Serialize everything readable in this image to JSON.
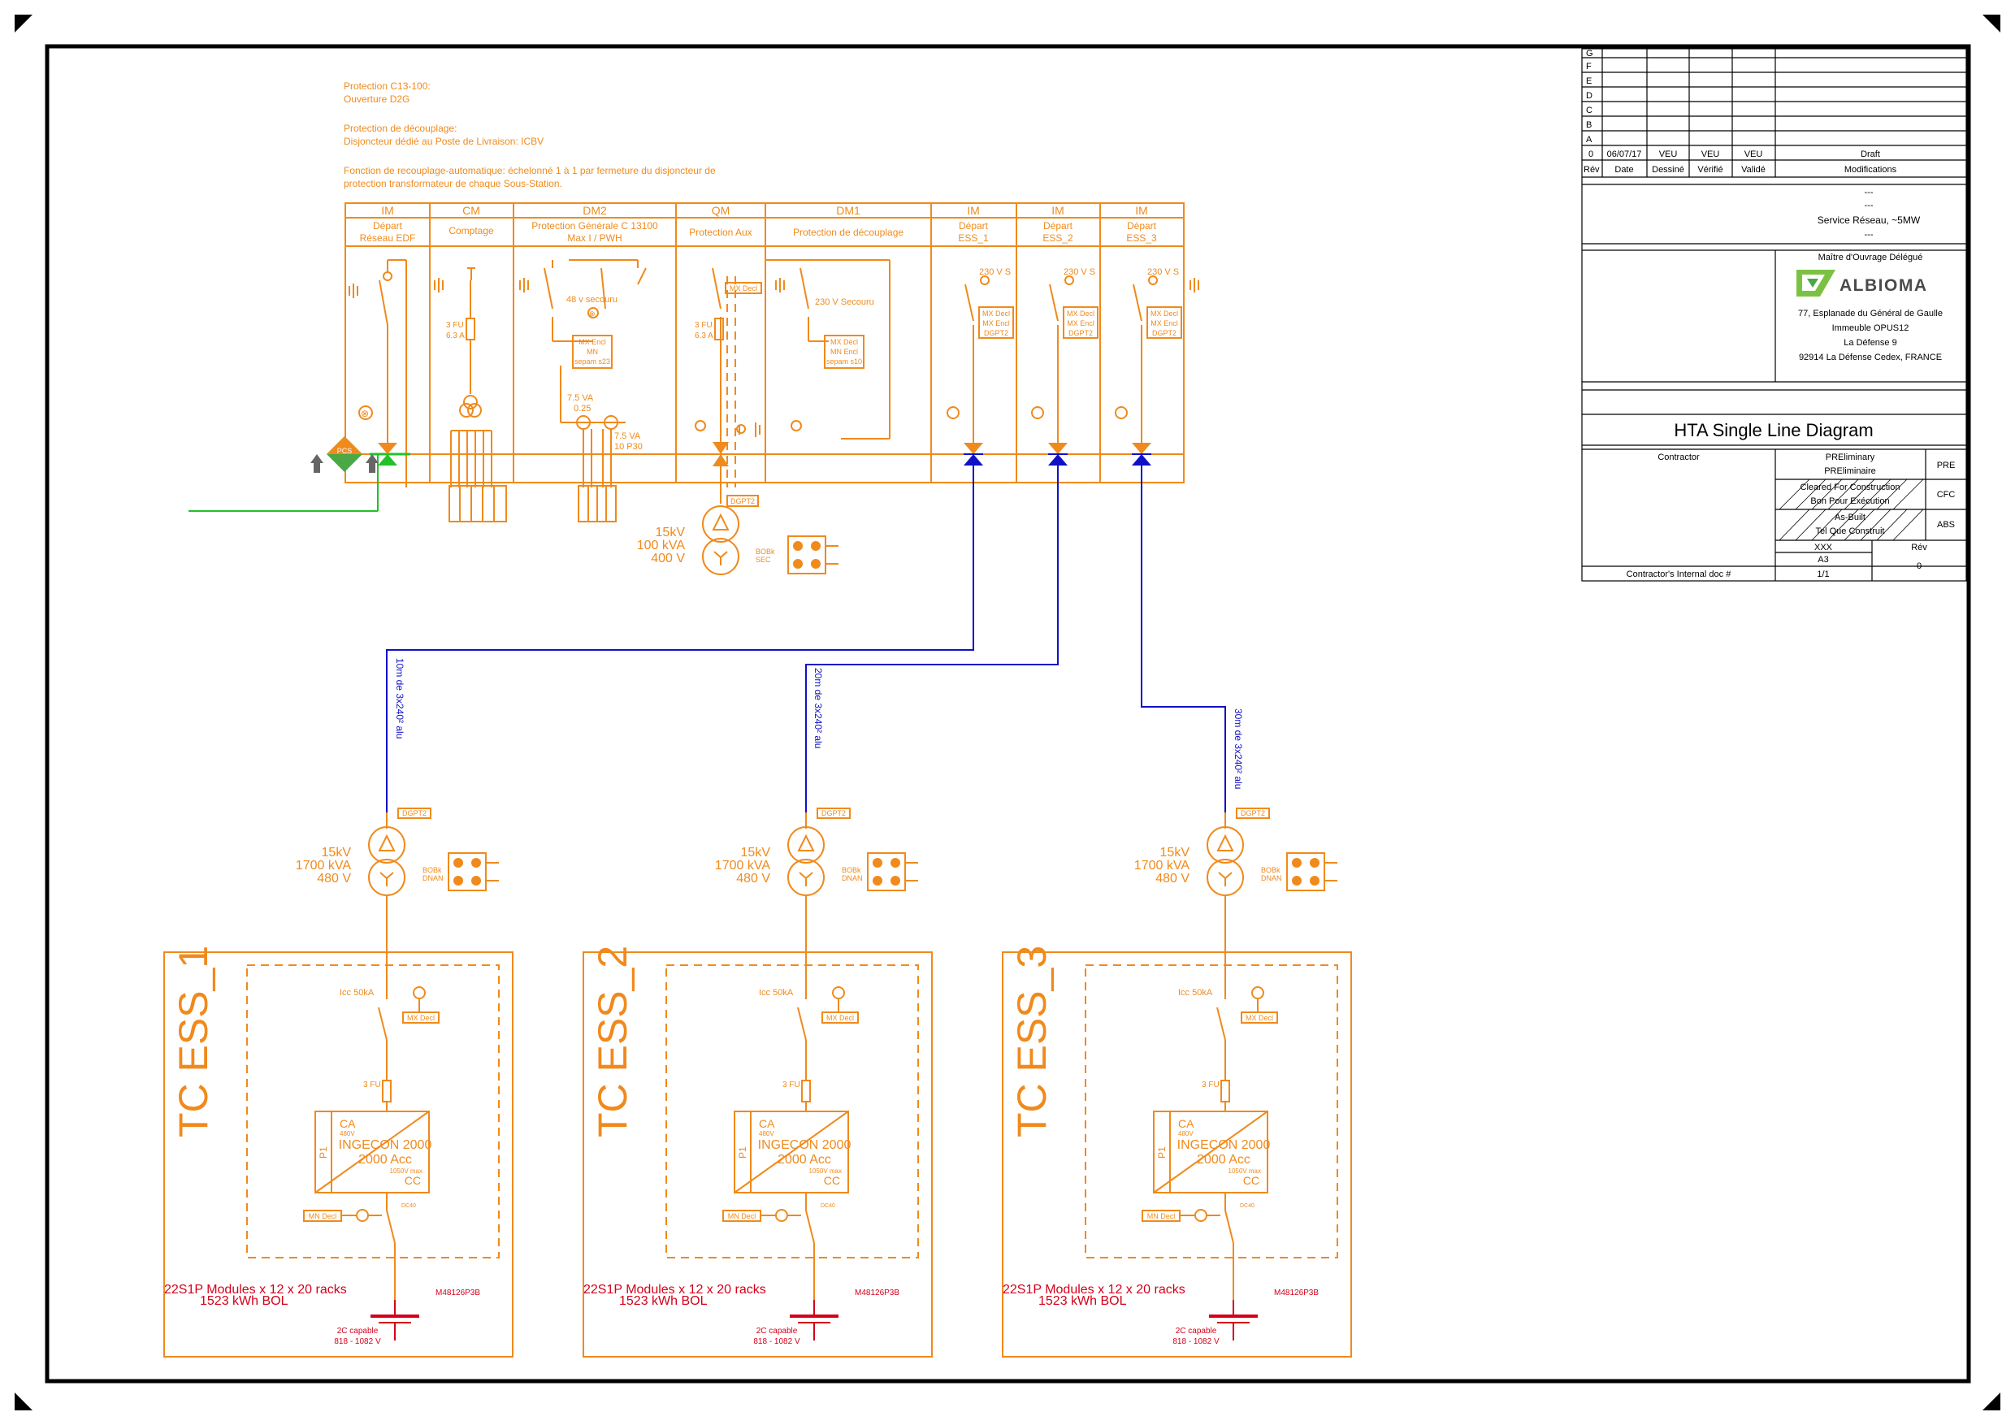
{
  "notes": {
    "line1": "Protection C13-100:",
    "line2": "Ouverture D2G",
    "line3": "Protection de découplage:",
    "line4": "Disjoncteur dédié au Poste de Livraison: ICBV",
    "line5": "Fonction de recouplage-automatique: échelonné 1 à 1 par fermeture du disjoncteur de",
    "line6": "protection transformateur de chaque Sous-Station."
  },
  "cells": [
    {
      "code": "IM",
      "name1": "Départ",
      "name2": "Réseau EDF"
    },
    {
      "code": "CM",
      "name1": "Comptage",
      "name2": ""
    },
    {
      "code": "DM2",
      "name1": "Protection Générale C 13100",
      "name2": "Max I / PWH"
    },
    {
      "code": "QM",
      "name1": "Protection Aux",
      "name2": ""
    },
    {
      "code": "DM1",
      "name1": "Protection de découplage",
      "name2": ""
    },
    {
      "code": "IM",
      "name1": "Départ",
      "name2": "ESS_1"
    },
    {
      "code": "IM",
      "name1": "Départ",
      "name2": "ESS_2"
    },
    {
      "code": "IM",
      "name1": "Départ",
      "name2": "ESS_3"
    }
  ],
  "labels": {
    "fu_3_63a": "3 FU",
    "fu_63a": "6.3 A",
    "secours_48v": "48 v secouru",
    "secours_230v": "230 V Secouru",
    "v230s": "230 V S",
    "mx_encl": "MX Encl",
    "mn": "MN",
    "sepam_s23": "sepam s23",
    "mx_decl": "MX Decl",
    "mn_encl": "MN Encl",
    "sepam_s10": "sepam s10",
    "dgpt2": "DGPT2",
    "va75_025": "7.5 VA",
    "cl025": "0.25",
    "va75_10p30": "7.5 VA",
    "cl10p30": "10 P30",
    "aux_kv": "15kV",
    "aux_kva": "100 kVA",
    "aux_v": "400 V",
    "bobk_sec": "BOBk",
    "sec": "SEC",
    "psu": "PCS",
    "cable1": "10m de 3x240² alu",
    "cable2": "20m de 3x240² alu",
    "cable3": "30m de 3x240² alu"
  },
  "ess": [
    {
      "name": "TC ESS_1"
    },
    {
      "name": "TC ESS_2"
    },
    {
      "name": "TC ESS_3"
    }
  ],
  "ess_common": {
    "tr_kv": "15kV",
    "tr_kva": "1700 kVA",
    "tr_v": "480 V",
    "dgpt2": "DGPT2",
    "bobk": "BOBk",
    "dnan": "DNAN",
    "icc": "Icc 50kA",
    "mx_decl": "MX Decl",
    "fu": "3 FU",
    "ca": "CA",
    "v480": "480V",
    "ingecon": "INGECON 2000",
    "acc": "2000 Acc",
    "v1050": "1050V max",
    "cc": "CC",
    "p1": "P1",
    "mn_decl": "MN Decl",
    "dc_note": "DC40",
    "modules": "22S1P  Modules x 12 x 20 racks",
    "kwh": "1523 kWh BOL",
    "battery_ref": "M48126P3B",
    "capable": "2C capable",
    "vrange": "818 - 1082 V"
  },
  "title_block": {
    "rev_letters": [
      "G",
      "F",
      "E",
      "D",
      "C",
      "B",
      "A"
    ],
    "rev0": [
      "0",
      "06/07/17",
      "VEU",
      "VEU",
      "VEU",
      "Draft"
    ],
    "rev_headers": [
      "Rév",
      "Date",
      "Dessiné",
      "Vérifié",
      "Validé",
      "Modifications"
    ],
    "dash1": "---",
    "dash2": "---",
    "service": "Service Réseau, ~5MW",
    "dash3": "---",
    "moa": "Maître d'Ouvrage Délégué",
    "logo_text": "ALBIOMA",
    "addr1": "77, Esplanade du Général de Gaulle",
    "addr2": "Immeuble OPUS12",
    "addr3": "La Défense 9",
    "addr4": "92914  La Défense Cedex, FRANCE",
    "title": "HTA Single Line Diagram",
    "contractor": "Contractor",
    "pre1": "PREliminary",
    "pre2": "PREliminaire",
    "pre_code": "PRE",
    "cfc1": "Cleared For Construction",
    "cfc2": "Bon Pour Exécution",
    "cfc_code": "CFC",
    "abs1": "As-Built",
    "abs2": "Tel Que Construit",
    "abs_code": "ABS",
    "xxx": "XXX",
    "a3": "A3",
    "page": "1/1",
    "rev_label": "Rév",
    "rev_value": "0",
    "internal_doc": "Contractor's Internal doc #"
  },
  "colors": {
    "orange": "#F08A1C",
    "blue": "#1010c8",
    "red": "#d4001a",
    "green": "#22c02a",
    "psu": "#4aa845"
  }
}
